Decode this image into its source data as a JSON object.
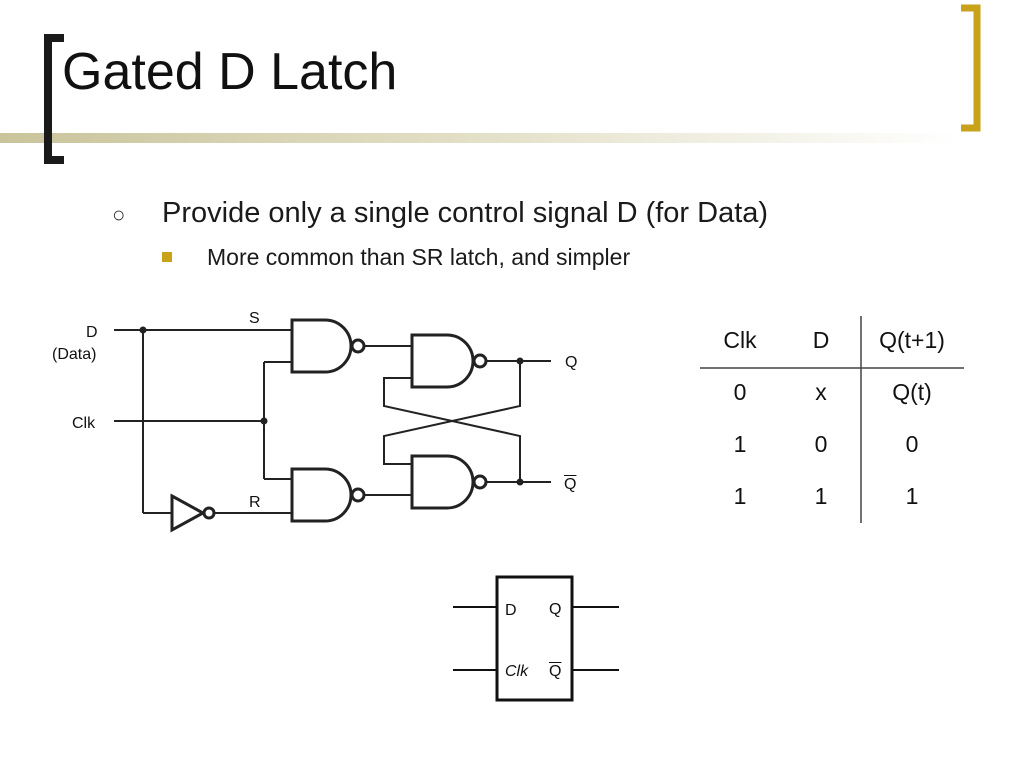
{
  "slide": {
    "title": "Gated D Latch",
    "accent_color": "#c8a218",
    "bullets": [
      {
        "icon": "hollow-circle-bullet-icon",
        "text": "Provide only a single control signal D (for Data)"
      },
      {
        "icon": "square-bullet-icon",
        "text": "More common than SR latch, and simpler"
      }
    ]
  },
  "circuit": {
    "input_d": "D",
    "input_d_note": "(Data)",
    "input_clk": "Clk",
    "node_s": "S",
    "node_r": "R",
    "output_q": "Q",
    "output_qbar": "Q"
  },
  "truth_table": {
    "headers": [
      "Clk",
      "D",
      "Q(t+1)"
    ],
    "rows": [
      [
        "0",
        "x",
        "Q(t)"
      ],
      [
        "1",
        "0",
        "0"
      ],
      [
        "1",
        "1",
        "1"
      ]
    ]
  },
  "symbol": {
    "pin_d": "D",
    "pin_clk": "Clk",
    "pin_q": "Q",
    "pin_qbar": "Q"
  }
}
